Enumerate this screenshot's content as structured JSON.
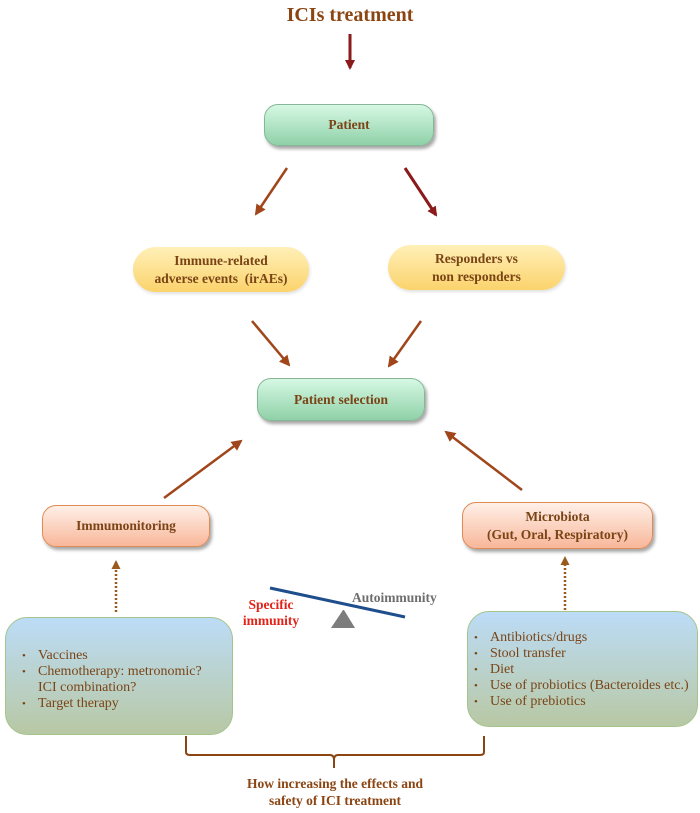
{
  "title": "ICIs treatment",
  "nodes": {
    "patient": "Patient",
    "irae_line1": "Immune-related",
    "irae_line2": "adverse events  (irAEs)",
    "responders_line1": "Responders vs",
    "responders_line2": "non responders",
    "patient_selection": "Patient selection",
    "immunomonitoring": "Immumonitoring",
    "microbiota_line1": "Microbiota",
    "microbiota_line2": "(Gut, Oral, Respiratory)"
  },
  "left_list": {
    "items": [
      "Vaccines",
      "Chemotherapy: metronomic?",
      "Target therapy"
    ],
    "continuation": "ICI combination?"
  },
  "right_list": {
    "items": [
      "Antibiotics/drugs",
      "Stool transfer",
      "Diet",
      "Use of probiotics (Bacteroides etc.)",
      "Use of prebiotics"
    ]
  },
  "balance": {
    "left_label_line1": "Specific",
    "left_label_line2": "immunity",
    "right_label": "Autoimmunity"
  },
  "footer": {
    "line1": "How increasing the effects and",
    "line2": "safety of ICI treatment"
  },
  "colors": {
    "text_brown": "#7a4416",
    "arrow_dark_red": "#8b1a1a",
    "arrow_brown": "#a0461a",
    "balance_beam": "#1f4e8c",
    "specific_immunity": "#e2231a",
    "autoimmunity": "#6e6e6e"
  }
}
